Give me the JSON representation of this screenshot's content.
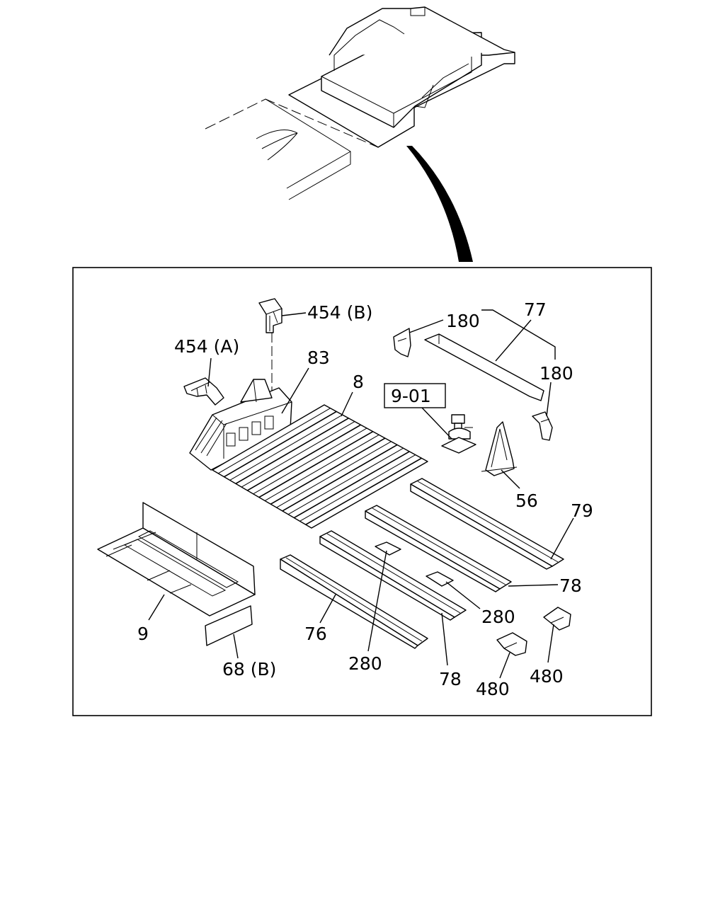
{
  "callouts": {
    "c454b": "454 (B)",
    "c454a": "454 (A)",
    "c83": "83",
    "c8": "8",
    "c180_top": "180",
    "c77": "77",
    "c180_right": "180",
    "c901": "9-01",
    "c56": "56",
    "c79": "79",
    "c78_right": "78",
    "c280_right": "280",
    "c9": "9",
    "c76": "76",
    "c280_center": "280",
    "c68b": "68 (B)",
    "c78_bottom": "78",
    "c480_left": "480",
    "c480_right": "480"
  }
}
